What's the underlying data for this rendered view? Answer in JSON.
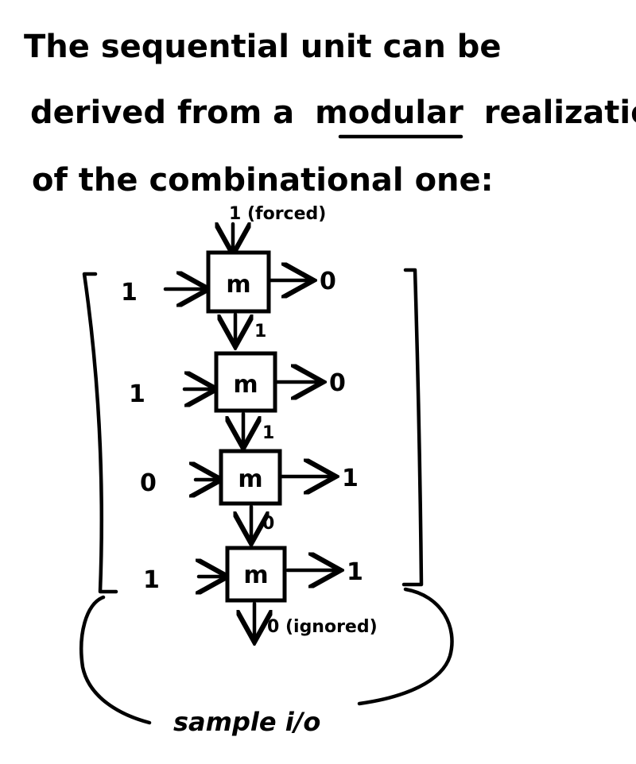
{
  "heading": {
    "line1": "The sequential unit can be",
    "line2_before": "derived from a",
    "line2_emphasis": "modular",
    "line2_after": "realization",
    "line3": "of the combinational one:"
  },
  "diagram": {
    "top_input": "1 (forced)",
    "module_label": "m",
    "stages": [
      {
        "input": "1",
        "output": "0",
        "carry_out": "1"
      },
      {
        "input": "1",
        "output": "0",
        "carry_out": "1"
      },
      {
        "input": "0",
        "output": "1",
        "carry_out": "0"
      },
      {
        "input": "1",
        "output": "1",
        "carry_out": "0 (ignored)"
      }
    ],
    "footer_label": "sample i/o"
  }
}
